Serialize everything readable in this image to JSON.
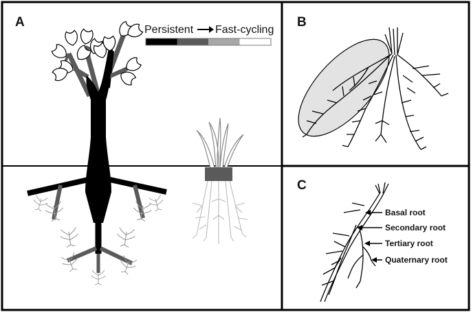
{
  "panels": {
    "a": {
      "letter": "A"
    },
    "b": {
      "letter": "B"
    },
    "c": {
      "letter": "C"
    }
  },
  "legend": {
    "start_label": "Persistent",
    "end_label": "Fast-cycling",
    "swatches": [
      "#000000",
      "#5a5a5a",
      "#a8a8a8",
      "#ffffff"
    ]
  },
  "root_labels": {
    "basal": "Basal root",
    "secondary": "Secondary root",
    "tertiary": "Tertiary root",
    "quaternary": "Quaternary root"
  },
  "colors": {
    "persistent": "#000000",
    "intermediate": "#5a5a5a",
    "light": "#a8a8a8",
    "ellipse_fill": "#e3e3e3"
  }
}
